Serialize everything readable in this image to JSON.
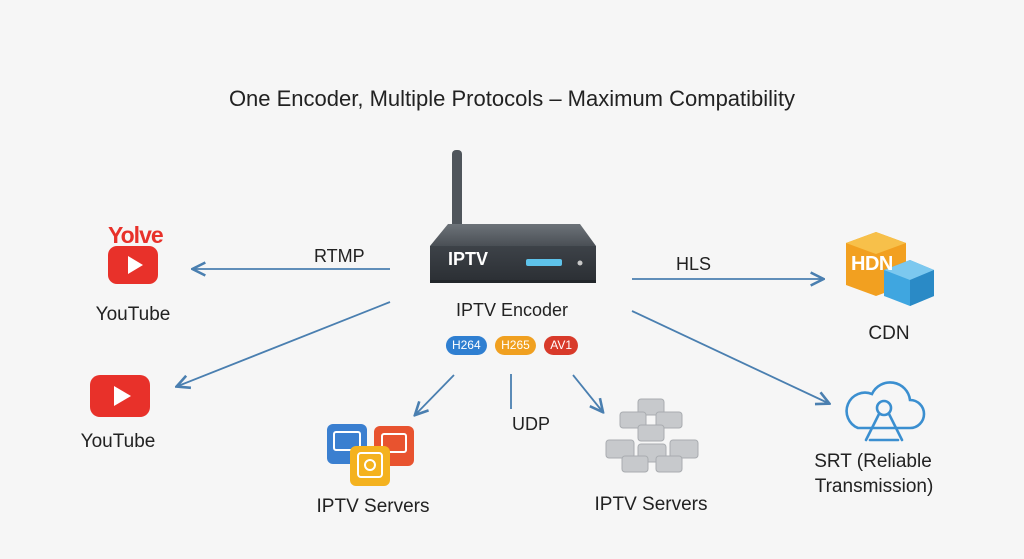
{
  "title": "One Encoder, Multiple Protocols – Maximum Compatibility",
  "encoder": {
    "device_label": "IPTV",
    "caption": "IPTV Encoder",
    "codecs": [
      {
        "label": "H264",
        "color": "#2f7fd1"
      },
      {
        "label": "H265",
        "color": "#f0a020"
      },
      {
        "label": "AV1",
        "color": "#d83a2a"
      }
    ]
  },
  "protocols": {
    "rtmp": "RTMP",
    "hls": "HLS",
    "udp": "UDP"
  },
  "destinations": {
    "youtube_top": {
      "logo_text": "Yolve",
      "label": "YouTube"
    },
    "youtube_bottom": {
      "label": "YouTube"
    },
    "iptv_servers_left": {
      "label": "IPTV Servers"
    },
    "iptv_servers_right": {
      "label": "IPTV Servers"
    },
    "cdn": {
      "logo_text": "HDN",
      "label": "CDN"
    },
    "srt": {
      "label_line1": "SRT (Reliable",
      "label_line2": "Transmission)"
    }
  },
  "colors": {
    "arrow": "#4a7fb0",
    "youtube_red": "#e8312a",
    "cdn_orange": "#f2a020",
    "cdn_blue": "#3fa6e0",
    "device": "#3d4248"
  }
}
